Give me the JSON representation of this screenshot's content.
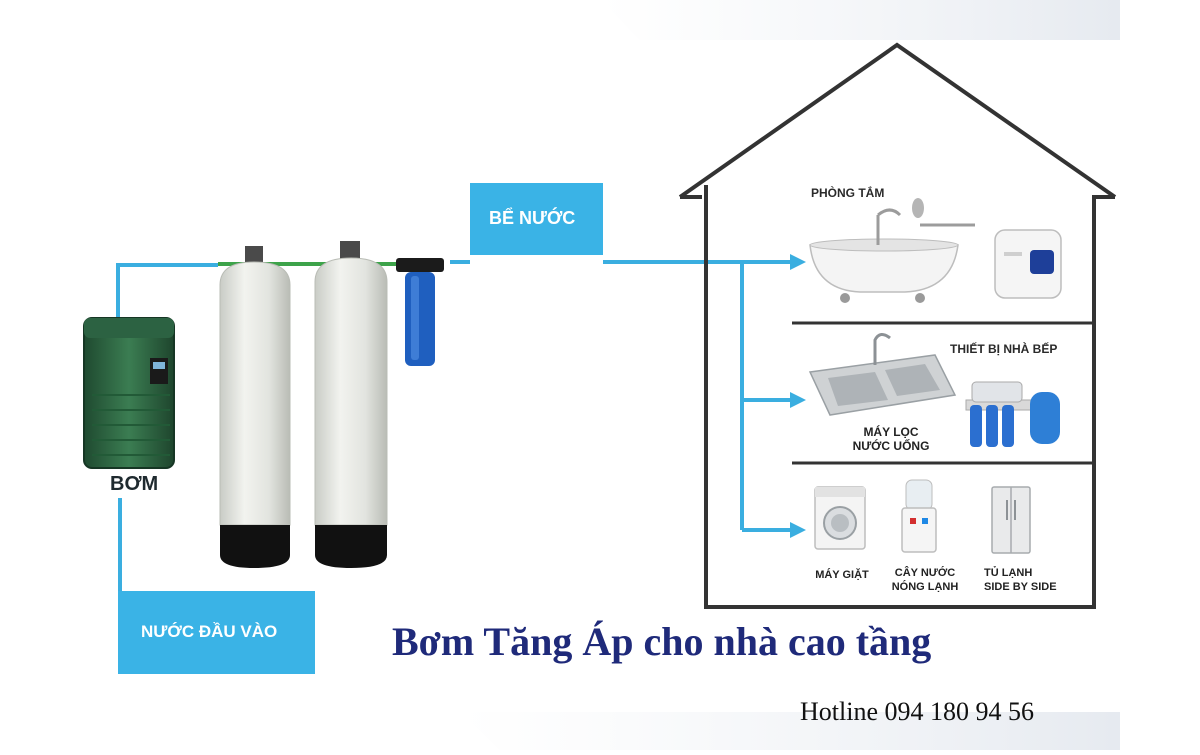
{
  "labels": {
    "be_nuoc": "BỂ NƯỚC",
    "bom": "BƠM",
    "nuoc_dau_vao": "NƯỚC ĐẦU VÀO",
    "phong_tam": "PHÒNG TẮM",
    "thiet_bi_nha_bep": "THIẾT BỊ NHÀ BẾP",
    "may_loc_line1": "MÁY LỌC",
    "may_loc_line2": "NƯỚC UỐNG",
    "may_giat": "MÁY GIẶT",
    "cay_nuoc_line1": "CÂY NƯỚC",
    "cay_nuoc_line2": "NÓNG LẠNH",
    "tu_lanh_line1": "TỦ LẠNH",
    "tu_lanh_line2": "SIDE BY SIDE"
  },
  "title": "Bơm Tăng Áp cho nhà cao tầng",
  "hotline": "Hotline 094 180 94 56",
  "colors": {
    "pipe": "#3aaee0",
    "label_box": "#3ab3e6",
    "house_outline": "#333333",
    "title": "#1f2a7a",
    "pump_body": "#2f6b45",
    "tank_body": "#e6e8e4",
    "tank_base": "#111111",
    "filter_blue": "#1f5fbf"
  }
}
